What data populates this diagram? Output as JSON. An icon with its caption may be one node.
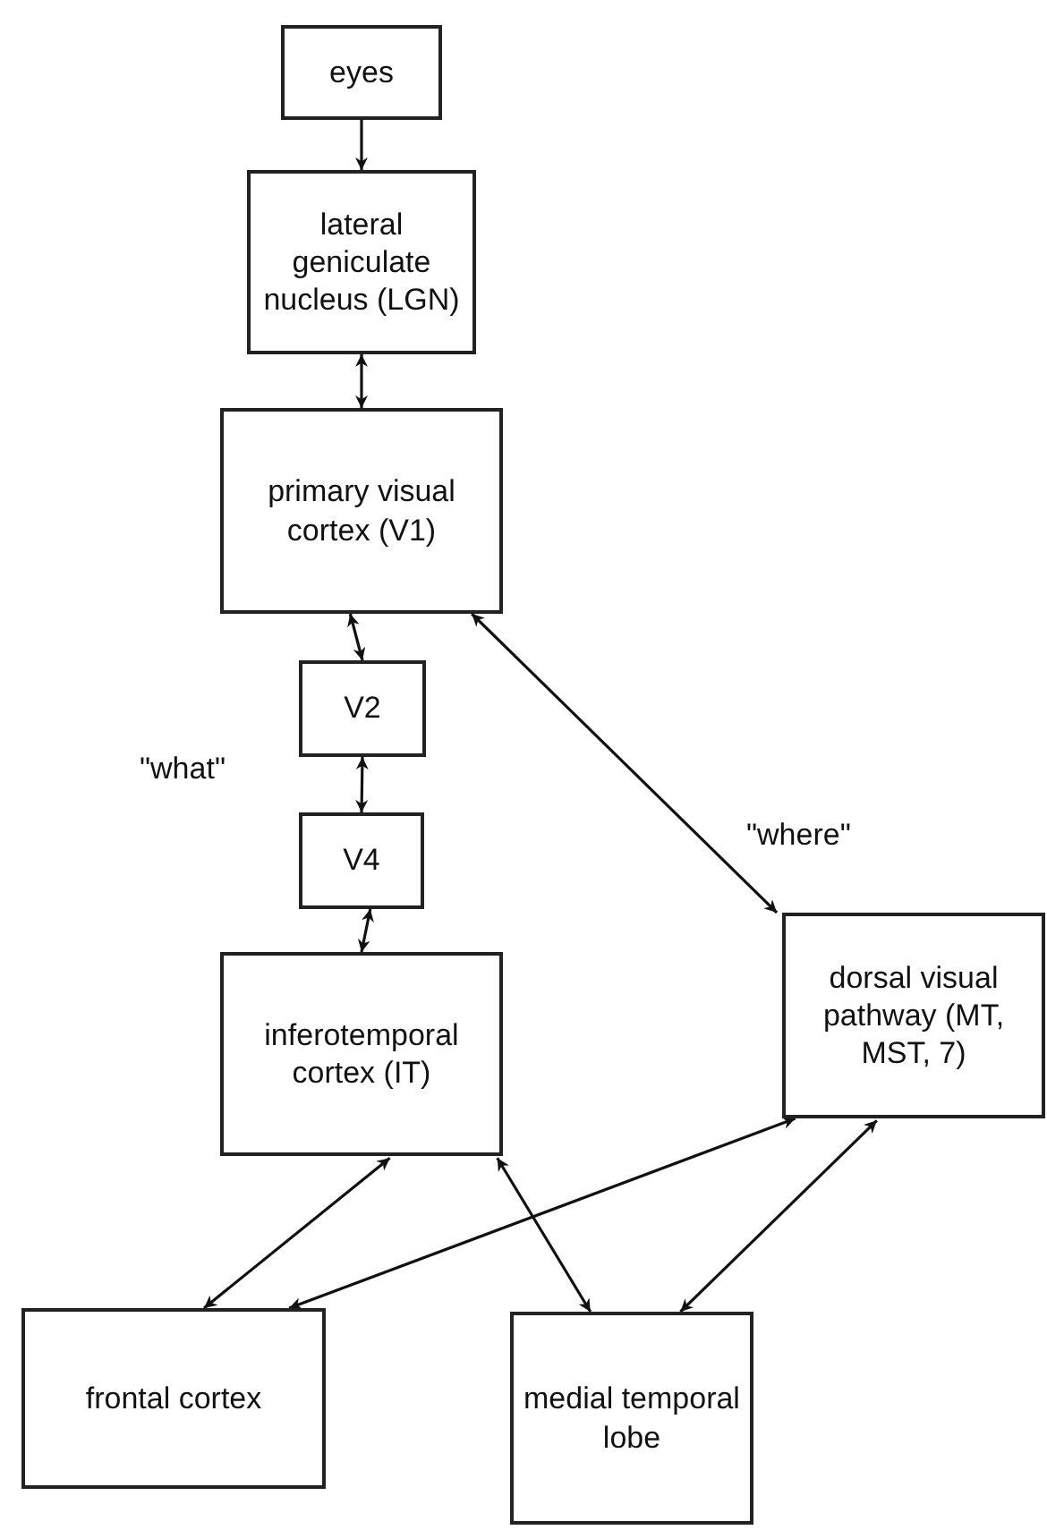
{
  "diagram": {
    "nodes": [
      {
        "text": [
          "eyes"
        ]
      },
      {
        "text": [
          "lateral geniculate nucleus (LGN)"
        ]
      },
      {
        "text": [
          "primary visual cortex (V1)"
        ]
      },
      {
        "text": [
          "V2"
        ]
      },
      {
        "text": [
          "V4"
        ]
      },
      {
        "text": [
          "inferotemporal cortex (IT)"
        ]
      },
      {
        "text": [
          "dorsal visual pathway (MT, MST, 7)"
        ]
      },
      {
        "text": [
          "frontal cortex"
        ]
      },
      {
        "text": [
          "medial temporal lobe"
        ]
      }
    ],
    "edges": [
      {
        "from": 0,
        "to": 1,
        "arrow": "to"
      },
      {
        "from": 1,
        "to": 2,
        "arrow": "both"
      },
      {
        "from": 2,
        "to": 3,
        "arrow": "both"
      },
      {
        "from": 3,
        "to": 4,
        "arrow": "both"
      },
      {
        "from": 4,
        "to": 5,
        "arrow": "both"
      },
      {
        "from": 2,
        "to": 6,
        "arrow": "both"
      },
      {
        "from": 5,
        "to": 7,
        "arrow": "both"
      },
      {
        "from": 5,
        "to": 8,
        "arrow": "both"
      },
      {
        "from": 6,
        "to": 7,
        "arrow": "both"
      },
      {
        "from": 6,
        "to": 8,
        "arrow": "both"
      }
    ],
    "labels": [
      "\"what\"",
      "\"where\""
    ]
  }
}
